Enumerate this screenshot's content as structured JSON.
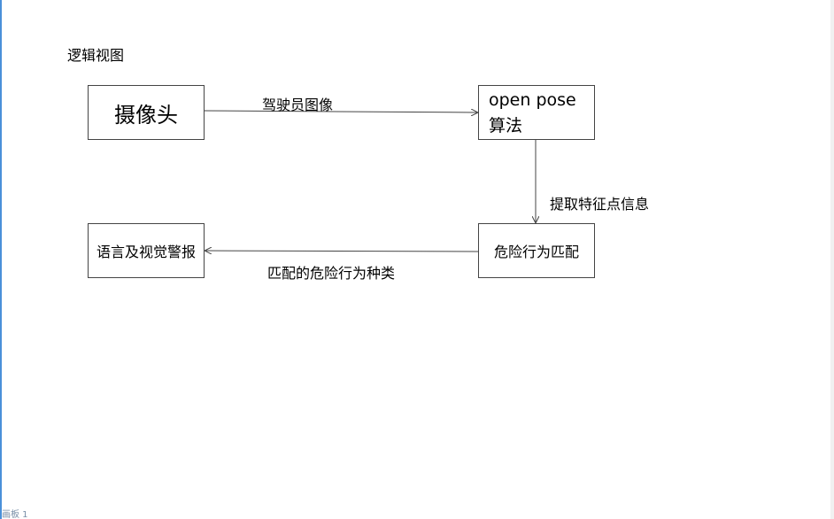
{
  "title": "逻辑视图",
  "nodes": {
    "camera": "摄像头",
    "openpose_line1": "open pose",
    "openpose_line2": "算法",
    "match": "危险行为匹配",
    "alert": "语言及视觉警报"
  },
  "edges": {
    "camera_to_openpose": "驾驶员图像",
    "openpose_to_match": "提取特征点信息",
    "match_to_alert": "匹配的危险行为种类"
  },
  "footer": "画板 1",
  "colors": {
    "line": "#444444",
    "left_edge": "#4a90d9"
  }
}
